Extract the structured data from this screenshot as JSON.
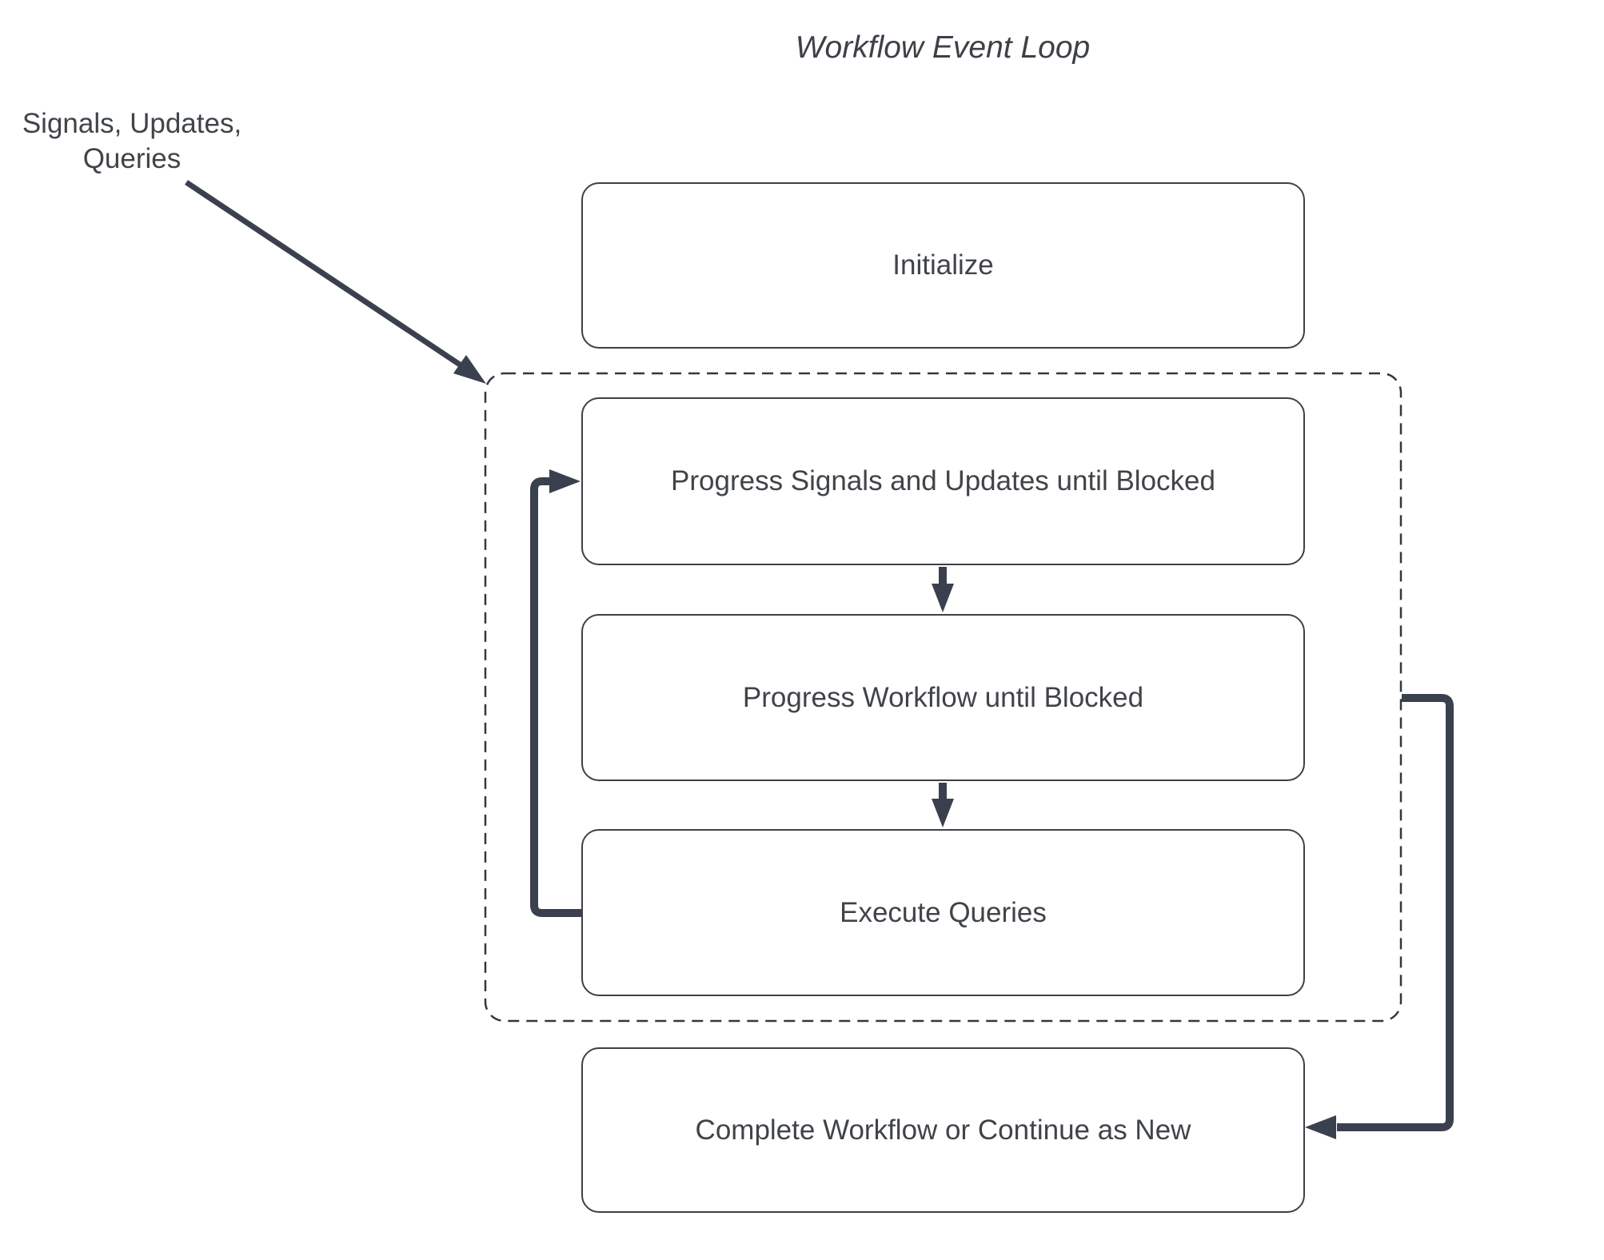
{
  "diagram": {
    "title": "Workflow Event Loop",
    "external_input": {
      "line1": "Signals, Updates,",
      "line2": "Queries"
    },
    "nodes": [
      {
        "id": "initialize",
        "label": "Initialize"
      },
      {
        "id": "progress-signals-updates",
        "label": "Progress Signals and Updates until Blocked"
      },
      {
        "id": "progress-workflow",
        "label": "Progress Workflow until Blocked"
      },
      {
        "id": "execute-queries",
        "label": "Execute Queries"
      },
      {
        "id": "complete-workflow",
        "label": "Complete Workflow or Continue as New"
      }
    ],
    "edges": [
      {
        "from": "signals-updates-queries-label",
        "to": "event-loop-boundary"
      },
      {
        "from": "progress-signals-updates",
        "to": "progress-workflow"
      },
      {
        "from": "progress-workflow",
        "to": "execute-queries"
      },
      {
        "from": "execute-queries",
        "to": "progress-signals-updates"
      },
      {
        "from": "event-loop-boundary",
        "to": "complete-workflow"
      }
    ],
    "colors": {
      "connector": "#3a404d",
      "node_border": "#3c4147",
      "dashed_border": "#34383e",
      "text": "#404449",
      "background": "#ffffff"
    }
  }
}
